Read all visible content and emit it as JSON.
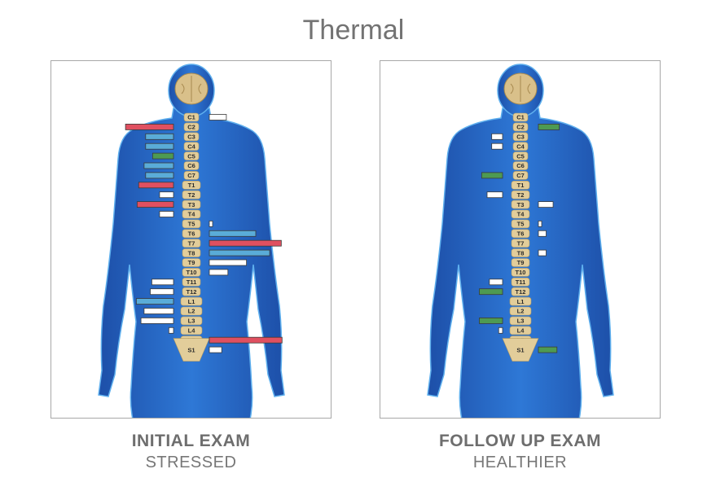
{
  "title": "Thermal",
  "colors": {
    "red": "#e05060",
    "blue": "#5aacd8",
    "green": "#4e9a52",
    "white": "#ffffff"
  },
  "vertebrae": [
    "C1",
    "C2",
    "C3",
    "C4",
    "C5",
    "C6",
    "C7",
    "T1",
    "T2",
    "T3",
    "T4",
    "T5",
    "T6",
    "T7",
    "T8",
    "T9",
    "T10",
    "T11",
    "T12",
    "L1",
    "L2",
    "L3",
    "L4",
    "L5",
    "S1"
  ],
  "panels": [
    {
      "label": "INITIAL EXAM",
      "sublabel": "STRESSED",
      "bars": [
        {
          "level": "C1",
          "side": "right",
          "color": "white",
          "value": 0.22
        },
        {
          "level": "C2",
          "side": "left",
          "color": "red",
          "value": 0.62
        },
        {
          "level": "C3",
          "side": "left",
          "color": "blue",
          "value": 0.36
        },
        {
          "level": "C4",
          "side": "left",
          "color": "blue",
          "value": 0.36
        },
        {
          "level": "C5",
          "side": "left",
          "color": "green",
          "value": 0.27
        },
        {
          "level": "C6",
          "side": "left",
          "color": "blue",
          "value": 0.38
        },
        {
          "level": "C7",
          "side": "left",
          "color": "blue",
          "value": 0.36
        },
        {
          "level": "T1",
          "side": "left",
          "color": "red",
          "value": 0.45
        },
        {
          "level": "T2",
          "side": "left",
          "color": "white",
          "value": 0.18
        },
        {
          "level": "T3",
          "side": "left",
          "color": "red",
          "value": 0.47
        },
        {
          "level": "T4",
          "side": "left",
          "color": "white",
          "value": 0.18
        },
        {
          "level": "T5",
          "side": "right",
          "color": "white",
          "value": 0.02
        },
        {
          "level": "T6",
          "side": "right",
          "color": "blue",
          "value": 0.6
        },
        {
          "level": "T7",
          "side": "right",
          "color": "red",
          "value": 0.93
        },
        {
          "level": "T8",
          "side": "right",
          "color": "blue",
          "value": 0.78
        },
        {
          "level": "T9",
          "side": "right",
          "color": "white",
          "value": 0.48
        },
        {
          "level": "T10",
          "side": "right",
          "color": "white",
          "value": 0.24
        },
        {
          "level": "T11",
          "side": "left",
          "color": "white",
          "value": 0.28
        },
        {
          "level": "T12",
          "side": "left",
          "color": "white",
          "value": 0.3
        },
        {
          "level": "L1",
          "side": "left",
          "color": "blue",
          "value": 0.48
        },
        {
          "level": "L2",
          "side": "left",
          "color": "white",
          "value": 0.38
        },
        {
          "level": "L3",
          "side": "left",
          "color": "white",
          "value": 0.42
        },
        {
          "level": "L4",
          "side": "left",
          "color": "white",
          "value": 0.06
        },
        {
          "level": "L5",
          "side": "right",
          "color": "red",
          "value": 0.94
        },
        {
          "level": "S1",
          "side": "right",
          "color": "white",
          "value": 0.16
        }
      ]
    },
    {
      "label": "FOLLOW UP EXAM",
      "sublabel": "HEALTHIER",
      "bars": [
        {
          "level": "C2",
          "side": "right",
          "color": "green",
          "value": 0.27
        },
        {
          "level": "C3",
          "side": "left",
          "color": "white",
          "value": 0.14
        },
        {
          "level": "C4",
          "side": "left",
          "color": "white",
          "value": 0.14
        },
        {
          "level": "C7",
          "side": "left",
          "color": "green",
          "value": 0.27
        },
        {
          "level": "T2",
          "side": "left",
          "color": "white",
          "value": 0.2
        },
        {
          "level": "T3",
          "side": "right",
          "color": "white",
          "value": 0.19
        },
        {
          "level": "T5",
          "side": "right",
          "color": "white",
          "value": 0.02
        },
        {
          "level": "T6",
          "side": "right",
          "color": "white",
          "value": 0.1
        },
        {
          "level": "T8",
          "side": "right",
          "color": "white",
          "value": 0.1
        },
        {
          "level": "T11",
          "side": "left",
          "color": "white",
          "value": 0.17
        },
        {
          "level": "T12",
          "side": "left",
          "color": "green",
          "value": 0.3
        },
        {
          "level": "L3",
          "side": "left",
          "color": "green",
          "value": 0.3
        },
        {
          "level": "L4",
          "side": "left",
          "color": "white",
          "value": 0.05
        },
        {
          "level": "S1",
          "side": "right",
          "color": "green",
          "value": 0.24
        }
      ]
    }
  ]
}
